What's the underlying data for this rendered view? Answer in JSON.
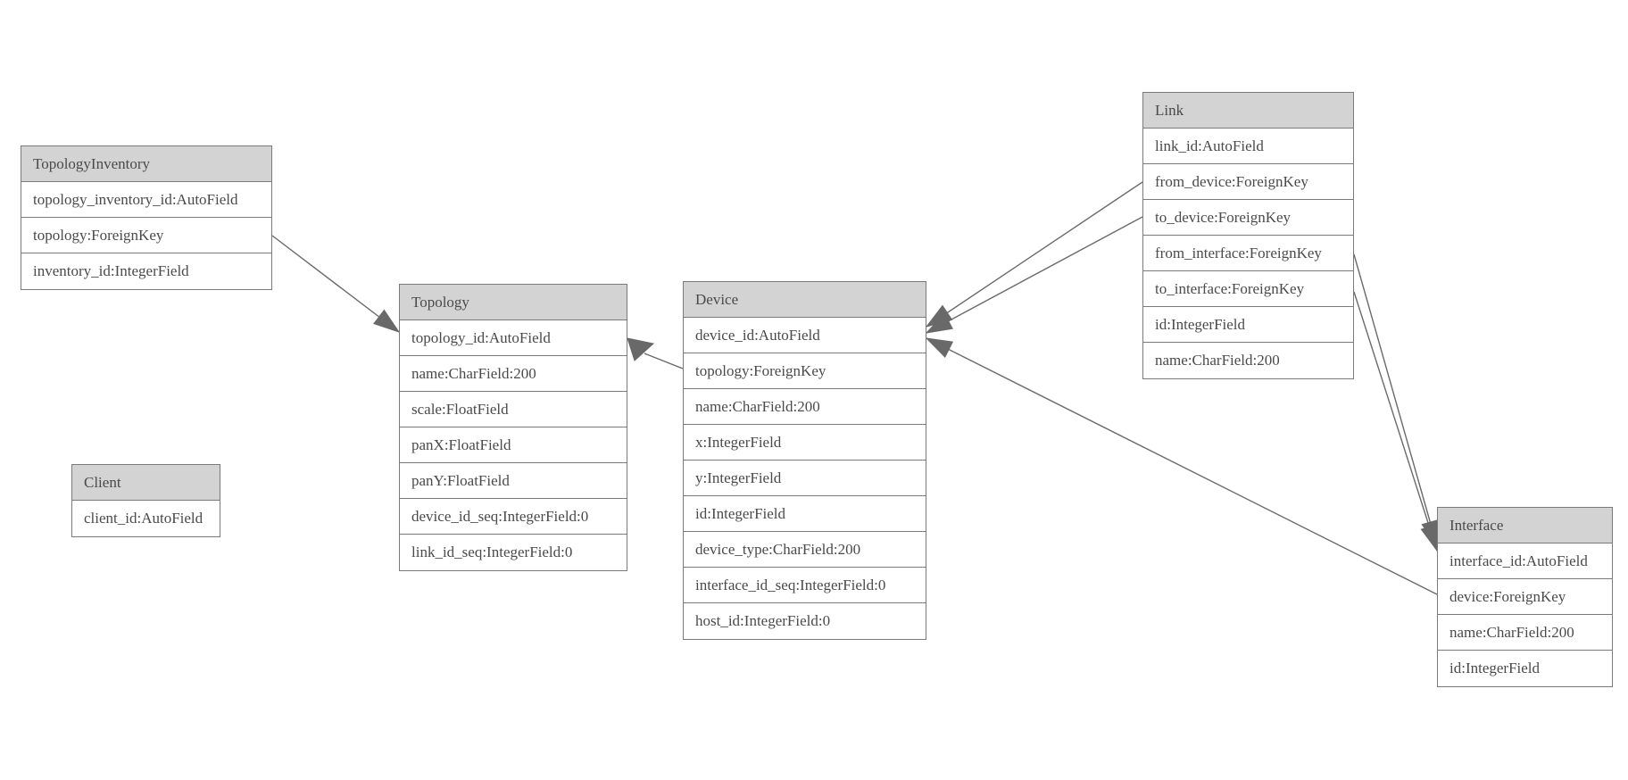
{
  "entities": [
    {
      "name": "TopologyInventory",
      "fields": [
        "topology_inventory_id:AutoField",
        "topology:ForeignKey",
        "inventory_id:IntegerField"
      ]
    },
    {
      "name": "Client",
      "fields": [
        "client_id:AutoField"
      ]
    },
    {
      "name": "Topology",
      "fields": [
        "topology_id:AutoField",
        "name:CharField:200",
        "scale:FloatField",
        "panX:FloatField",
        "panY:FloatField",
        "device_id_seq:IntegerField:0",
        "link_id_seq:IntegerField:0"
      ]
    },
    {
      "name": "Device",
      "fields": [
        "device_id:AutoField",
        "topology:ForeignKey",
        "name:CharField:200",
        "x:IntegerField",
        "y:IntegerField",
        "id:IntegerField",
        "device_type:CharField:200",
        "interface_id_seq:IntegerField:0",
        "host_id:IntegerField:0"
      ]
    },
    {
      "name": "Link",
      "fields": [
        "link_id:AutoField",
        "from_device:ForeignKey",
        "to_device:ForeignKey",
        "from_interface:ForeignKey",
        "to_interface:ForeignKey",
        "id:IntegerField",
        "name:CharField:200"
      ]
    },
    {
      "name": "Interface",
      "fields": [
        "interface_id:AutoField",
        "device:ForeignKey",
        "name:CharField:200",
        "id:IntegerField"
      ]
    }
  ],
  "relationships": [
    {
      "from_table": "TopologyInventory",
      "from_field": "topology",
      "to_table": "Topology"
    },
    {
      "from_table": "Device",
      "from_field": "topology",
      "to_table": "Topology"
    },
    {
      "from_table": "Link",
      "from_field": "from_device",
      "to_table": "Device"
    },
    {
      "from_table": "Link",
      "from_field": "to_device",
      "to_table": "Device"
    },
    {
      "from_table": "Link",
      "from_field": "from_interface",
      "to_table": "Interface"
    },
    {
      "from_table": "Link",
      "from_field": "to_interface",
      "to_table": "Interface"
    },
    {
      "from_table": "Interface",
      "from_field": "device",
      "to_table": "Device"
    }
  ],
  "colors": {
    "background": "#ffffff",
    "header_fill": "#d3d3d3",
    "row_fill": "#ffffff",
    "border": "#7a7a7a",
    "edge_line": "#6a6a6a",
    "arrowhead": "#696969",
    "text": "#4a4a4a"
  }
}
